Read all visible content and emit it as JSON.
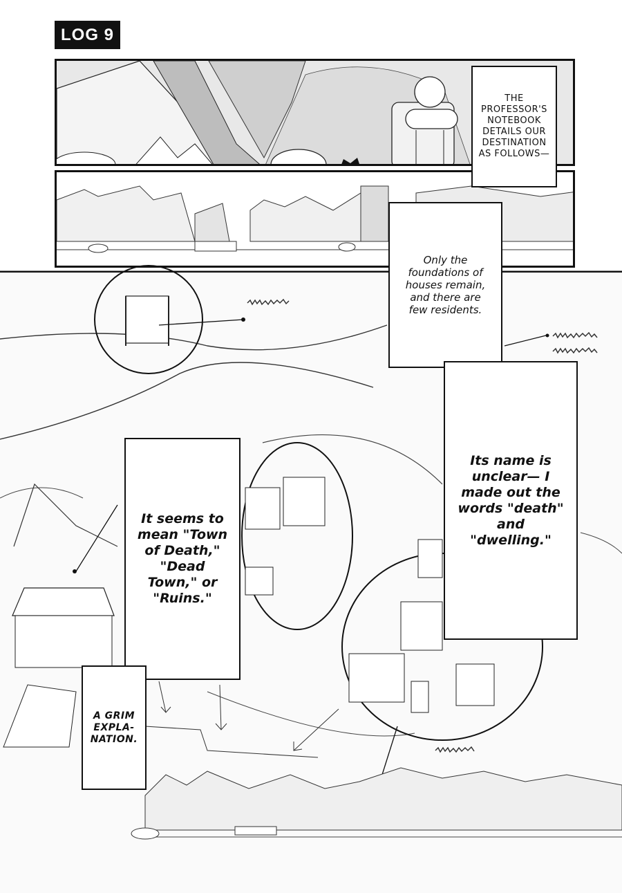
{
  "page": {
    "log_label": "LOG 9"
  },
  "captions": {
    "notebook": "THE PROFESSOR'S NOTEBOOK DETAILS OUR DESTINATION AS FOLLOWS—",
    "foundations": "Only the foundations of houses remain, and there are few residents.",
    "name_unclear": "Its name is unclear— I made out the words \"death\" and \"dwelling.\"",
    "meaning": "It seems to mean \"Town of Death,\" \"Dead Town,\" or \"Ruins.\"",
    "grim": "A GRIM EXPLA- NATION."
  },
  "colors": {
    "ink": "#111111",
    "paper": "#ffffff",
    "tone": "#d8d8d8"
  }
}
